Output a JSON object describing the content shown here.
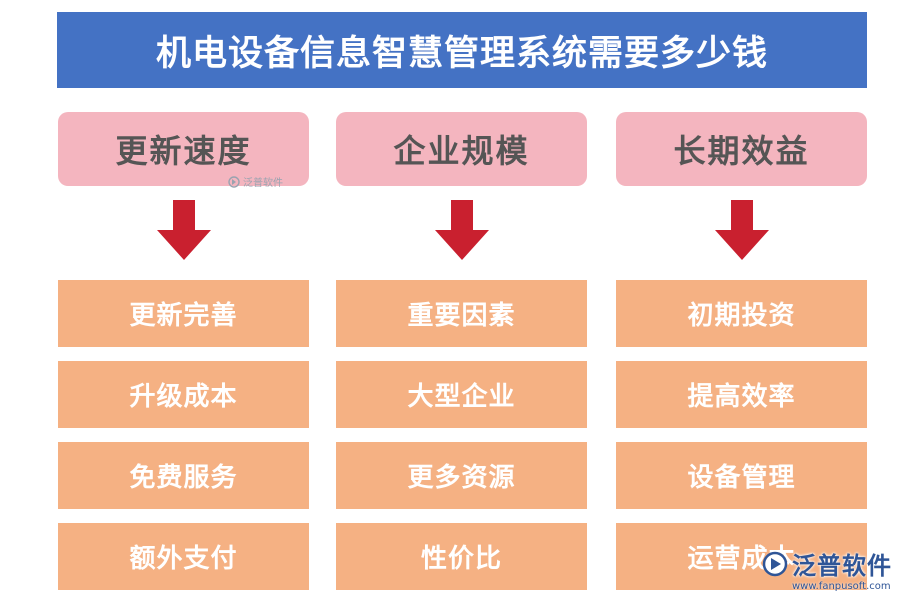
{
  "title": "机电设备信息智慧管理系统需要多少钱",
  "columns": [
    {
      "header": "更新速度",
      "items": [
        "更新完善",
        "升级成本",
        "免费服务",
        "额外支付"
      ]
    },
    {
      "header": "企业规模",
      "items": [
        "重要因素",
        "大型企业",
        "更多资源",
        "性价比"
      ]
    },
    {
      "header": "长期效益",
      "items": [
        "初期投资",
        "提高效率",
        "设备管理",
        "运营成本"
      ]
    }
  ],
  "watermark": {
    "small_text": "泛普软件",
    "logo_name": "泛普软件",
    "logo_url": "www.fanpusoft.com"
  },
  "colors": {
    "title_bg": "#4472c4",
    "header_bg": "#f4b5bf",
    "item_bg": "#f5b183",
    "arrow": "#c9202f"
  }
}
